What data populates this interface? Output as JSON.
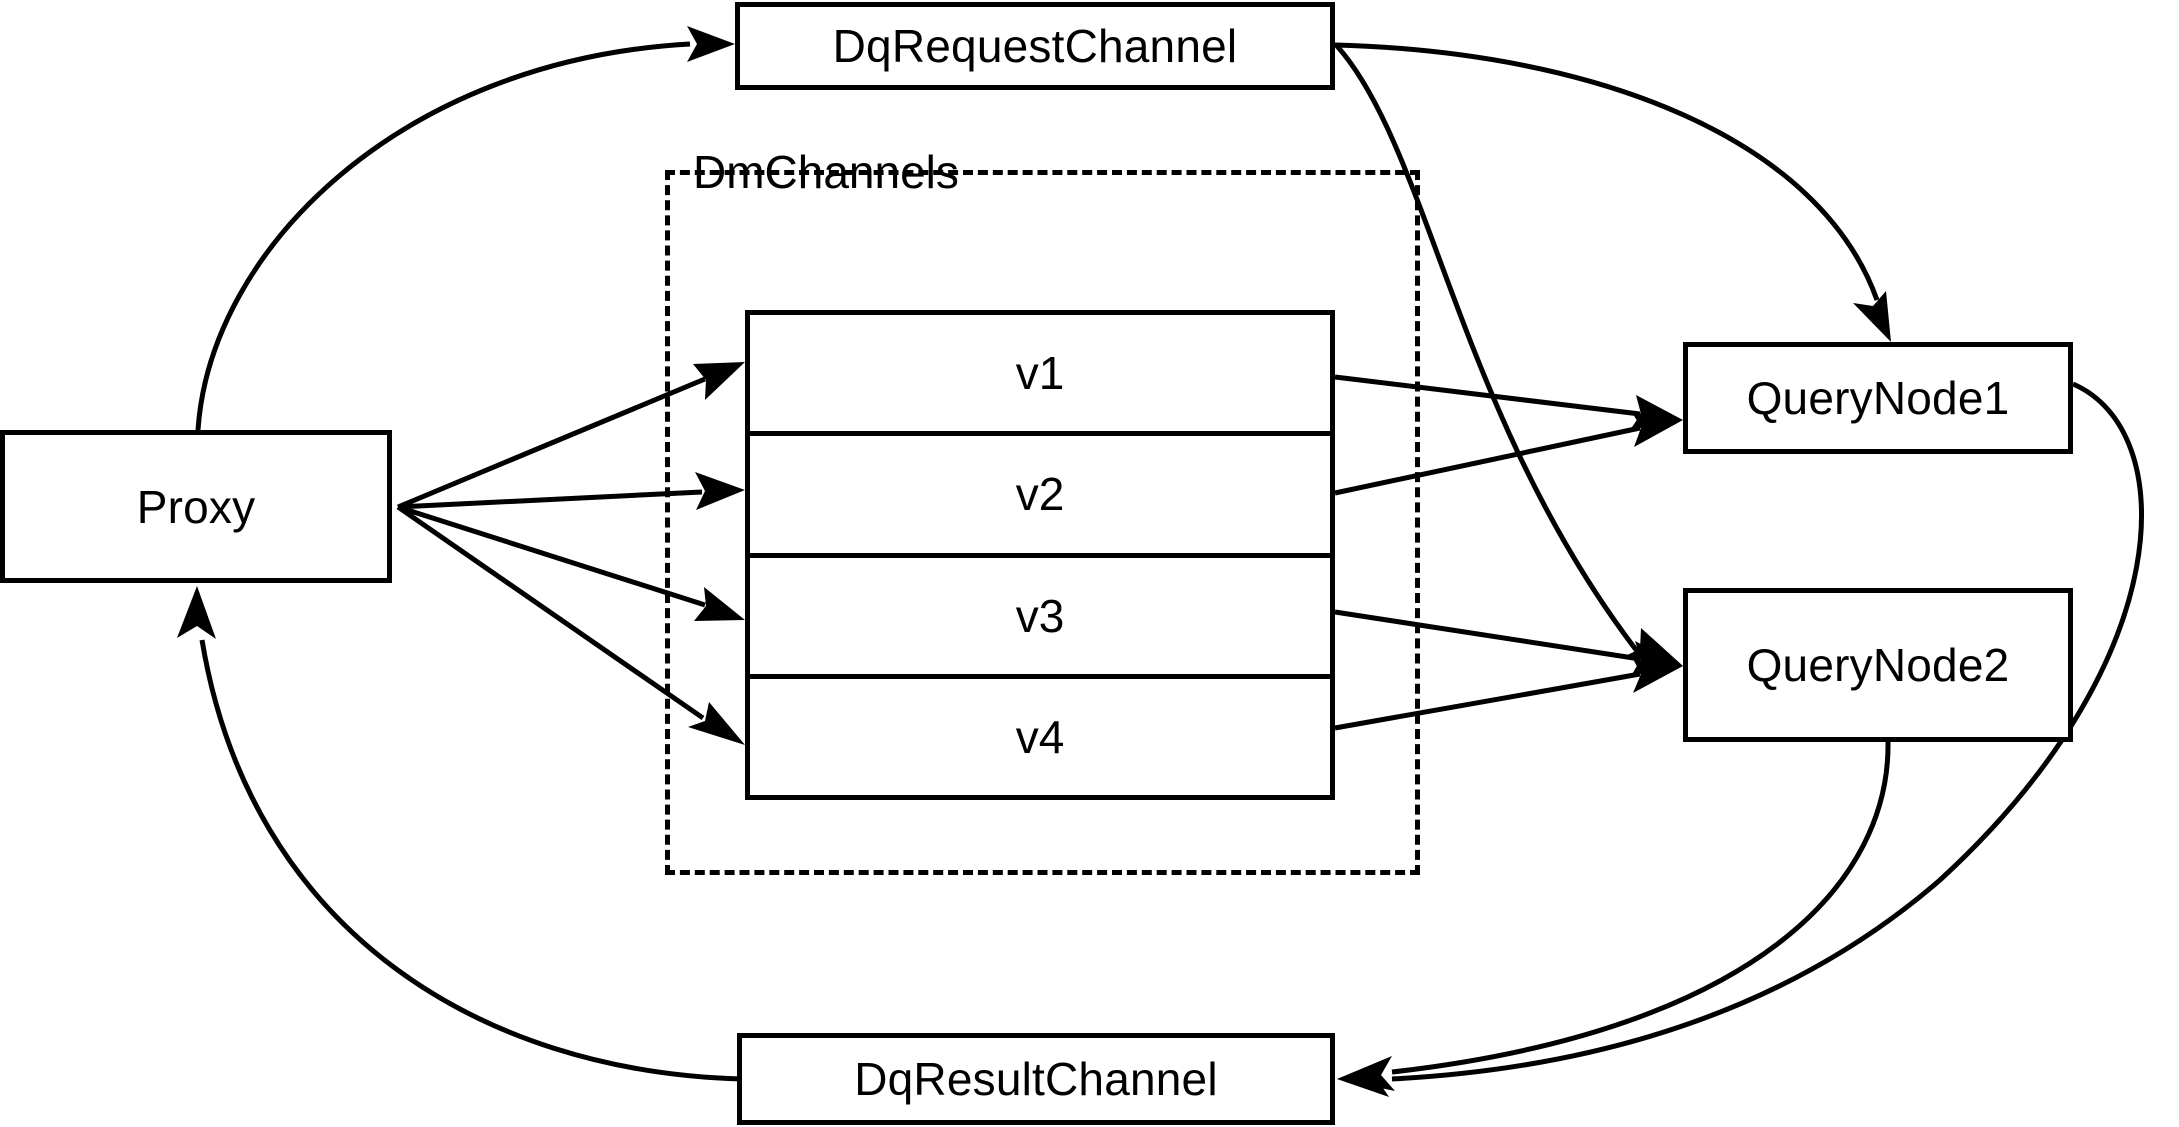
{
  "diagram": {
    "title": "Milvus distributed query channel flow",
    "colors": {
      "background": "#ffffff",
      "stroke": "#000000",
      "text": "#000000"
    },
    "nodes": {
      "proxy": {
        "label": "Proxy"
      },
      "dq_request_channel": {
        "label": "DqRequestChannel"
      },
      "dq_result_channel": {
        "label": "DqResultChannel"
      },
      "query_node_1": {
        "label": "QueryNode1"
      },
      "query_node_2": {
        "label": "QueryNode2"
      }
    },
    "groups": {
      "dm_channels": {
        "label": "DmChannels",
        "channels": [
          {
            "label": "v1"
          },
          {
            "label": "v2"
          },
          {
            "label": "v3"
          },
          {
            "label": "v4"
          }
        ]
      }
    },
    "edges": [
      {
        "id": "proxy-to-dq-request",
        "from": "Proxy",
        "to": "DqRequestChannel",
        "style": "curved",
        "arrow": "to"
      },
      {
        "id": "proxy-to-v1",
        "from": "Proxy",
        "to": "v1",
        "style": "straight",
        "arrow": "to"
      },
      {
        "id": "proxy-to-v2",
        "from": "Proxy",
        "to": "v2",
        "style": "straight",
        "arrow": "to"
      },
      {
        "id": "proxy-to-v3",
        "from": "Proxy",
        "to": "v3",
        "style": "straight",
        "arrow": "to"
      },
      {
        "id": "proxy-to-v4",
        "from": "Proxy",
        "to": "v4",
        "style": "straight",
        "arrow": "to"
      },
      {
        "id": "v1-to-query-node-1",
        "from": "v1",
        "to": "QueryNode1",
        "style": "straight",
        "arrow": "to"
      },
      {
        "id": "v2-to-query-node-1",
        "from": "v2",
        "to": "QueryNode1",
        "style": "straight",
        "arrow": "to"
      },
      {
        "id": "v3-to-query-node-2",
        "from": "v3",
        "to": "QueryNode2",
        "style": "straight",
        "arrow": "to"
      },
      {
        "id": "v4-to-query-node-2",
        "from": "v4",
        "to": "QueryNode2",
        "style": "straight",
        "arrow": "to"
      },
      {
        "id": "dq-request-to-query-node-1",
        "from": "DqRequestChannel",
        "to": "QueryNode1",
        "style": "curved",
        "arrow": "to"
      },
      {
        "id": "dq-request-to-query-node-2",
        "from": "DqRequestChannel",
        "to": "QueryNode2",
        "style": "curved",
        "arrow": "to"
      },
      {
        "id": "query-node-1-to-dq-result",
        "from": "QueryNode1",
        "to": "DqResultChannel",
        "style": "curved",
        "arrow": "to"
      },
      {
        "id": "query-node-2-to-dq-result",
        "from": "QueryNode2",
        "to": "DqResultChannel",
        "style": "curved",
        "arrow": "to"
      },
      {
        "id": "dq-result-to-proxy",
        "from": "DqResultChannel",
        "to": "Proxy",
        "style": "curved",
        "arrow": "to"
      }
    ]
  }
}
